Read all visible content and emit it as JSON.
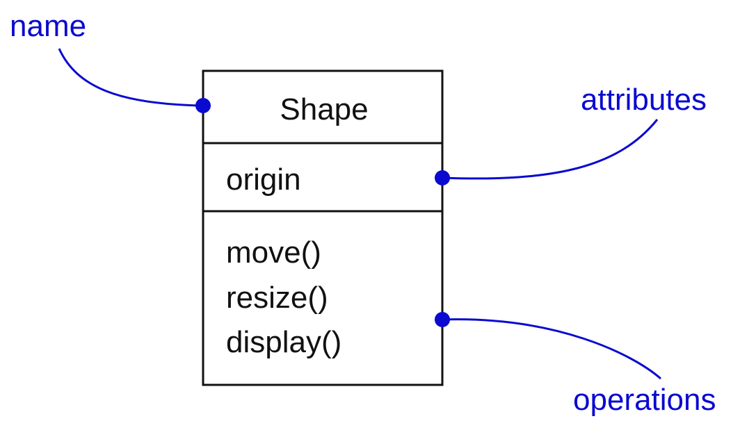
{
  "uml_class": {
    "name": "Shape",
    "attributes": [
      "origin"
    ],
    "operations": [
      "move()",
      "resize()",
      "display()"
    ]
  },
  "callouts": {
    "name_label": "name",
    "attributes_label": "attributes",
    "operations_label": "operations"
  },
  "colors": {
    "callout": "#0a0ad0",
    "box_border": "#111111",
    "text": "#111111",
    "background": "#ffffff"
  }
}
